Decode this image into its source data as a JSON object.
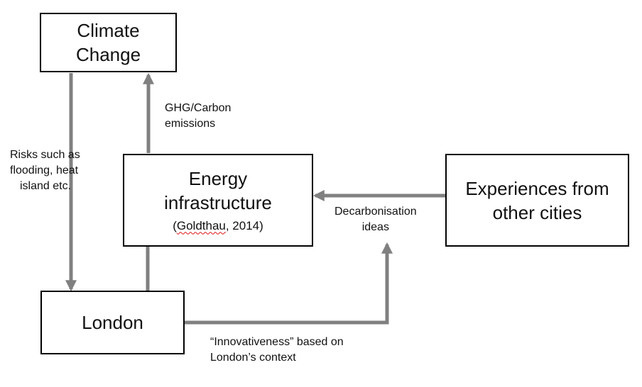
{
  "nodes": {
    "climate": {
      "line1": "Climate",
      "line2": "Change"
    },
    "energy": {
      "line1": "Energy",
      "line2": "infrastructure",
      "cite_author": "Goldthau",
      "cite_rest": ", 2014)",
      "cite_open": "("
    },
    "experiences": {
      "line1": "Experiences from",
      "line2": "other cities"
    },
    "london": {
      "label": "London"
    }
  },
  "edge_labels": {
    "risks": {
      "line1": "Risks such as",
      "line2": "flooding, heat",
      "line3": "island etc."
    },
    "ghg": {
      "line1": "GHG/Carbon",
      "line2": "emissions"
    },
    "decarb": {
      "line1": "Decarbonisation",
      "line2": "ideas"
    },
    "innov": {
      "line1": "“Innovativeness” based on",
      "line2": "London’s context"
    }
  },
  "colors": {
    "arrow": "#808080",
    "border": "#000000",
    "squiggle": "#dd1111"
  }
}
